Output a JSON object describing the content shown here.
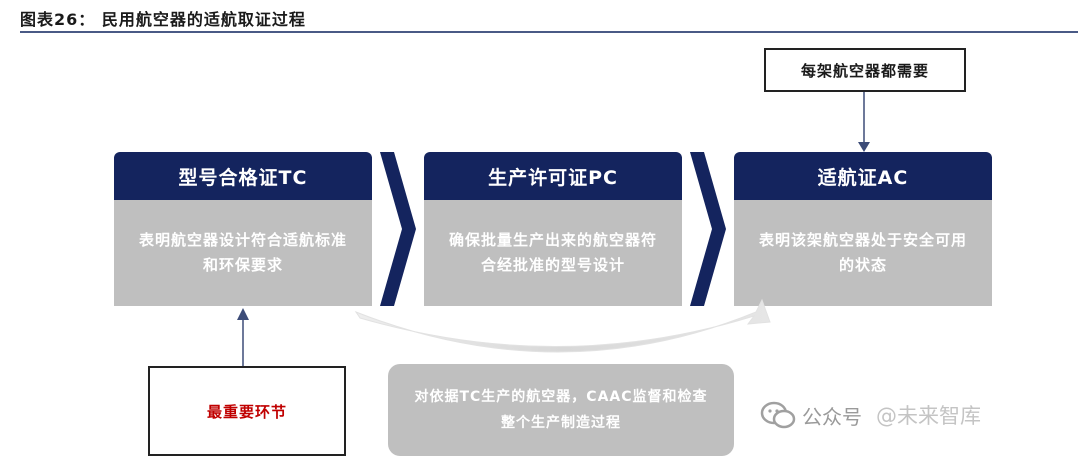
{
  "figure": {
    "title": "图表26： 民用航空器的适航取证过程"
  },
  "stages": [
    {
      "header": "型号合格证TC",
      "body": "表明航空器设计符合适航标准和环保要求"
    },
    {
      "header": "生产许可证PC",
      "body": "确保批量生产出来的航空器符合经批准的型号设计"
    },
    {
      "header": "适航证AC",
      "body": "表明该架航空器处于安全可用的状态"
    }
  ],
  "notes": {
    "every_aircraft": "每架航空器都需要",
    "key_step": "最重要环节",
    "caac_oversight": "对依据TC生产的航空器，CAAC监督和检查整个生产制造过程"
  },
  "watermark": {
    "prefix": "公众号",
    "suffix": "@未来智库"
  },
  "colors": {
    "header": "#14245e",
    "body_fill": "#bfbfbf",
    "key_text": "#c00000"
  }
}
